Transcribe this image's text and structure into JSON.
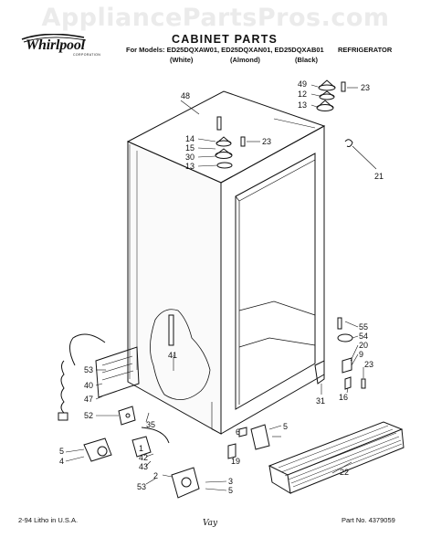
{
  "watermark": "AppliancePartsPros.com",
  "header": {
    "brand": "Whirlpool",
    "brand_sub": "CORPORATION",
    "models_line": "For Models: ED25DQXAW01, ED25DQXAN01, ED25DQXAB01",
    "color_white": "(White)",
    "color_almond": "(Almond)",
    "color_black": "(Black)",
    "section_title": "CABINET PARTS",
    "product": "REFRIGERATOR"
  },
  "footer": {
    "litho": "2-94  Litho in U.S.A.",
    "signature": "Vay",
    "part_no": "Part No. 4379059"
  },
  "callouts": {
    "c48": "48",
    "c49": "49",
    "c23a": "23",
    "c12a": "12",
    "c13a": "13",
    "c14": "14",
    "c15": "15",
    "c23b": "23",
    "c30": "30",
    "c13b": "13",
    "c21": "21",
    "c41": "41",
    "c55": "55",
    "c54": "54",
    "c20": "20",
    "c9": "9",
    "c23c": "23",
    "c16": "16",
    "c31": "31",
    "c53a": "53",
    "c40": "40",
    "c47": "47",
    "c52": "52",
    "c35": "35",
    "c5a": "5",
    "c4": "4",
    "c6": "6",
    "c5b": "5",
    "c19": "19",
    "c1": "1",
    "c42": "42",
    "c43": "43",
    "c2": "2",
    "c53b": "53",
    "c3": "3",
    "c5c": "5",
    "c22": "22"
  }
}
